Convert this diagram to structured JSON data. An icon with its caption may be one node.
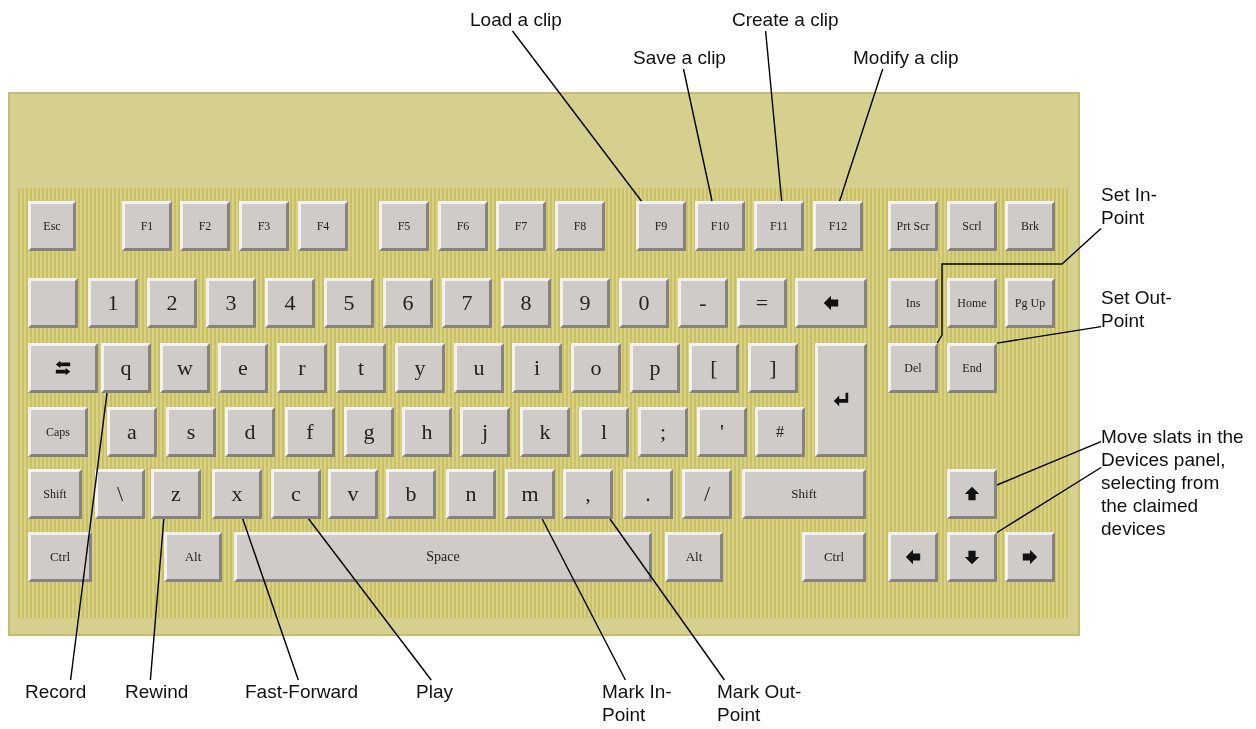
{
  "diagram": {
    "nodes": [
      {
        "text": [
          "Load a clip"
        ]
      },
      {
        "text": [
          "Save a clip"
        ]
      },
      {
        "text": [
          "Create a clip"
        ]
      },
      {
        "text": [
          "Modify a clip"
        ]
      },
      {
        "text": [
          "Set In-Point"
        ]
      },
      {
        "text": [
          "Set Out-Point"
        ]
      },
      {
        "text": [
          "F9"
        ]
      },
      {
        "text": [
          "F10"
        ]
      },
      {
        "text": [
          "F11"
        ]
      },
      {
        "text": [
          "F12"
        ]
      },
      {
        "text": [
          "Del"
        ]
      },
      {
        "text": [
          "End"
        ]
      },
      {
        "text": [
          "Move slats in the Devices panel, selecting from the claimed devices"
        ]
      },
      {
        "text": [],
        "shape": "box"
      },
      {
        "text": [],
        "shape": "box"
      },
      {
        "text": [
          "q"
        ]
      },
      {
        "text": [
          "z"
        ]
      },
      {
        "text": [
          "x"
        ]
      },
      {
        "text": [
          "c"
        ]
      },
      {
        "text": [
          "m"
        ]
      },
      {
        "text": [
          ","
        ]
      },
      {
        "text": [
          "Record"
        ]
      },
      {
        "text": [
          "Rewind"
        ]
      },
      {
        "text": [
          "Fast-Forward"
        ]
      },
      {
        "text": [
          "Play"
        ]
      },
      {
        "text": [
          "Mark In-Point"
        ]
      },
      {
        "text": [
          "Mark Out-Point"
        ]
      }
    ],
    "edges": [
      {
        "from": 0,
        "to": 6,
        "arrow": "none"
      },
      {
        "from": 1,
        "to": 7,
        "arrow": "none"
      },
      {
        "from": 2,
        "to": 8,
        "arrow": "none"
      },
      {
        "from": 3,
        "to": 9,
        "arrow": "none"
      },
      {
        "from": 4,
        "to": 10,
        "arrow": "none"
      },
      {
        "from": 5,
        "to": 11,
        "arrow": "none"
      },
      {
        "from": 12,
        "to": 13,
        "arrow": "none"
      },
      {
        "from": 12,
        "to": 14,
        "arrow": "none"
      },
      {
        "from": 21,
        "to": 15,
        "arrow": "none"
      },
      {
        "from": 22,
        "to": 16,
        "arrow": "none"
      },
      {
        "from": 23,
        "to": 17,
        "arrow": "none"
      },
      {
        "from": 24,
        "to": 18,
        "arrow": "none"
      },
      {
        "from": 25,
        "to": 19,
        "arrow": "none"
      },
      {
        "from": 26,
        "to": 20,
        "arrow": "none"
      }
    ],
    "labels": [
      "Esc",
      "F1",
      "F2",
      "F3",
      "F4",
      "F5",
      "F6",
      "F7",
      "F8",
      "Prt Scr",
      "Scrl",
      "Brk",
      "1",
      "2",
      "3",
      "4",
      "5",
      "6",
      "7",
      "8",
      "9",
      "0",
      "-",
      "=",
      "Ins",
      "Home",
      "Pg Up",
      "w",
      "e",
      "r",
      "t",
      "y",
      "u",
      "i",
      "o",
      "p",
      "[",
      "]",
      "Caps",
      "a",
      "s",
      "d",
      "f",
      "g",
      "h",
      "j",
      "k",
      "l",
      ";",
      "'",
      "#",
      "Shift",
      "\\",
      "v",
      "b",
      "n",
      ".",
      "/",
      "Shift",
      "Ctrl",
      "Alt",
      "Space",
      "Alt",
      "Ctrl"
    ]
  }
}
